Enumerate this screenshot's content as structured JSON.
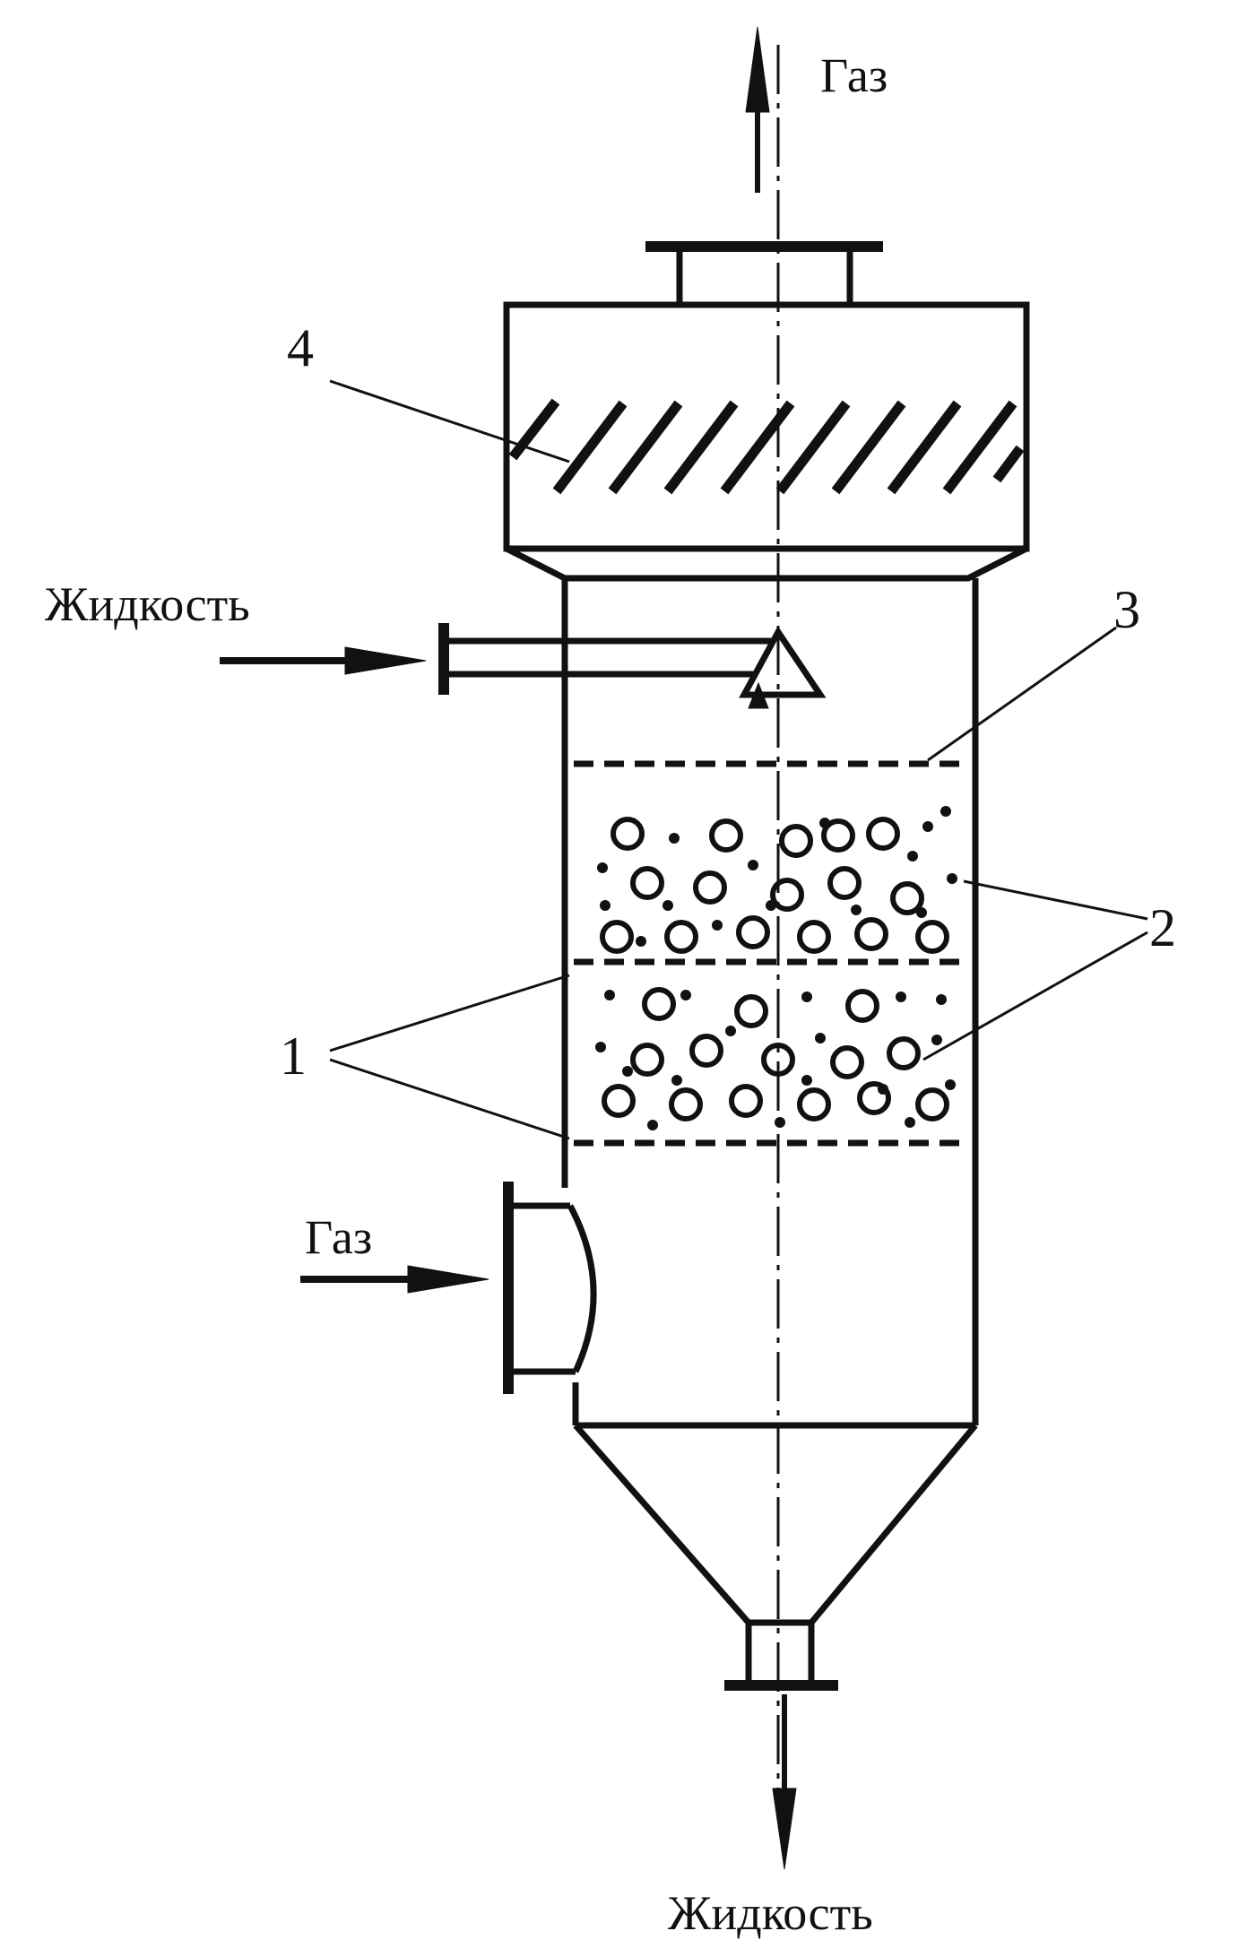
{
  "labels": {
    "gas_out": "Газ",
    "liquid_in": "Жидкость",
    "gas_in": "Газ",
    "liquid_out": "Жидкость"
  },
  "callouts": {
    "n1": "1",
    "n2": "2",
    "n3": "3",
    "n4": "4"
  }
}
